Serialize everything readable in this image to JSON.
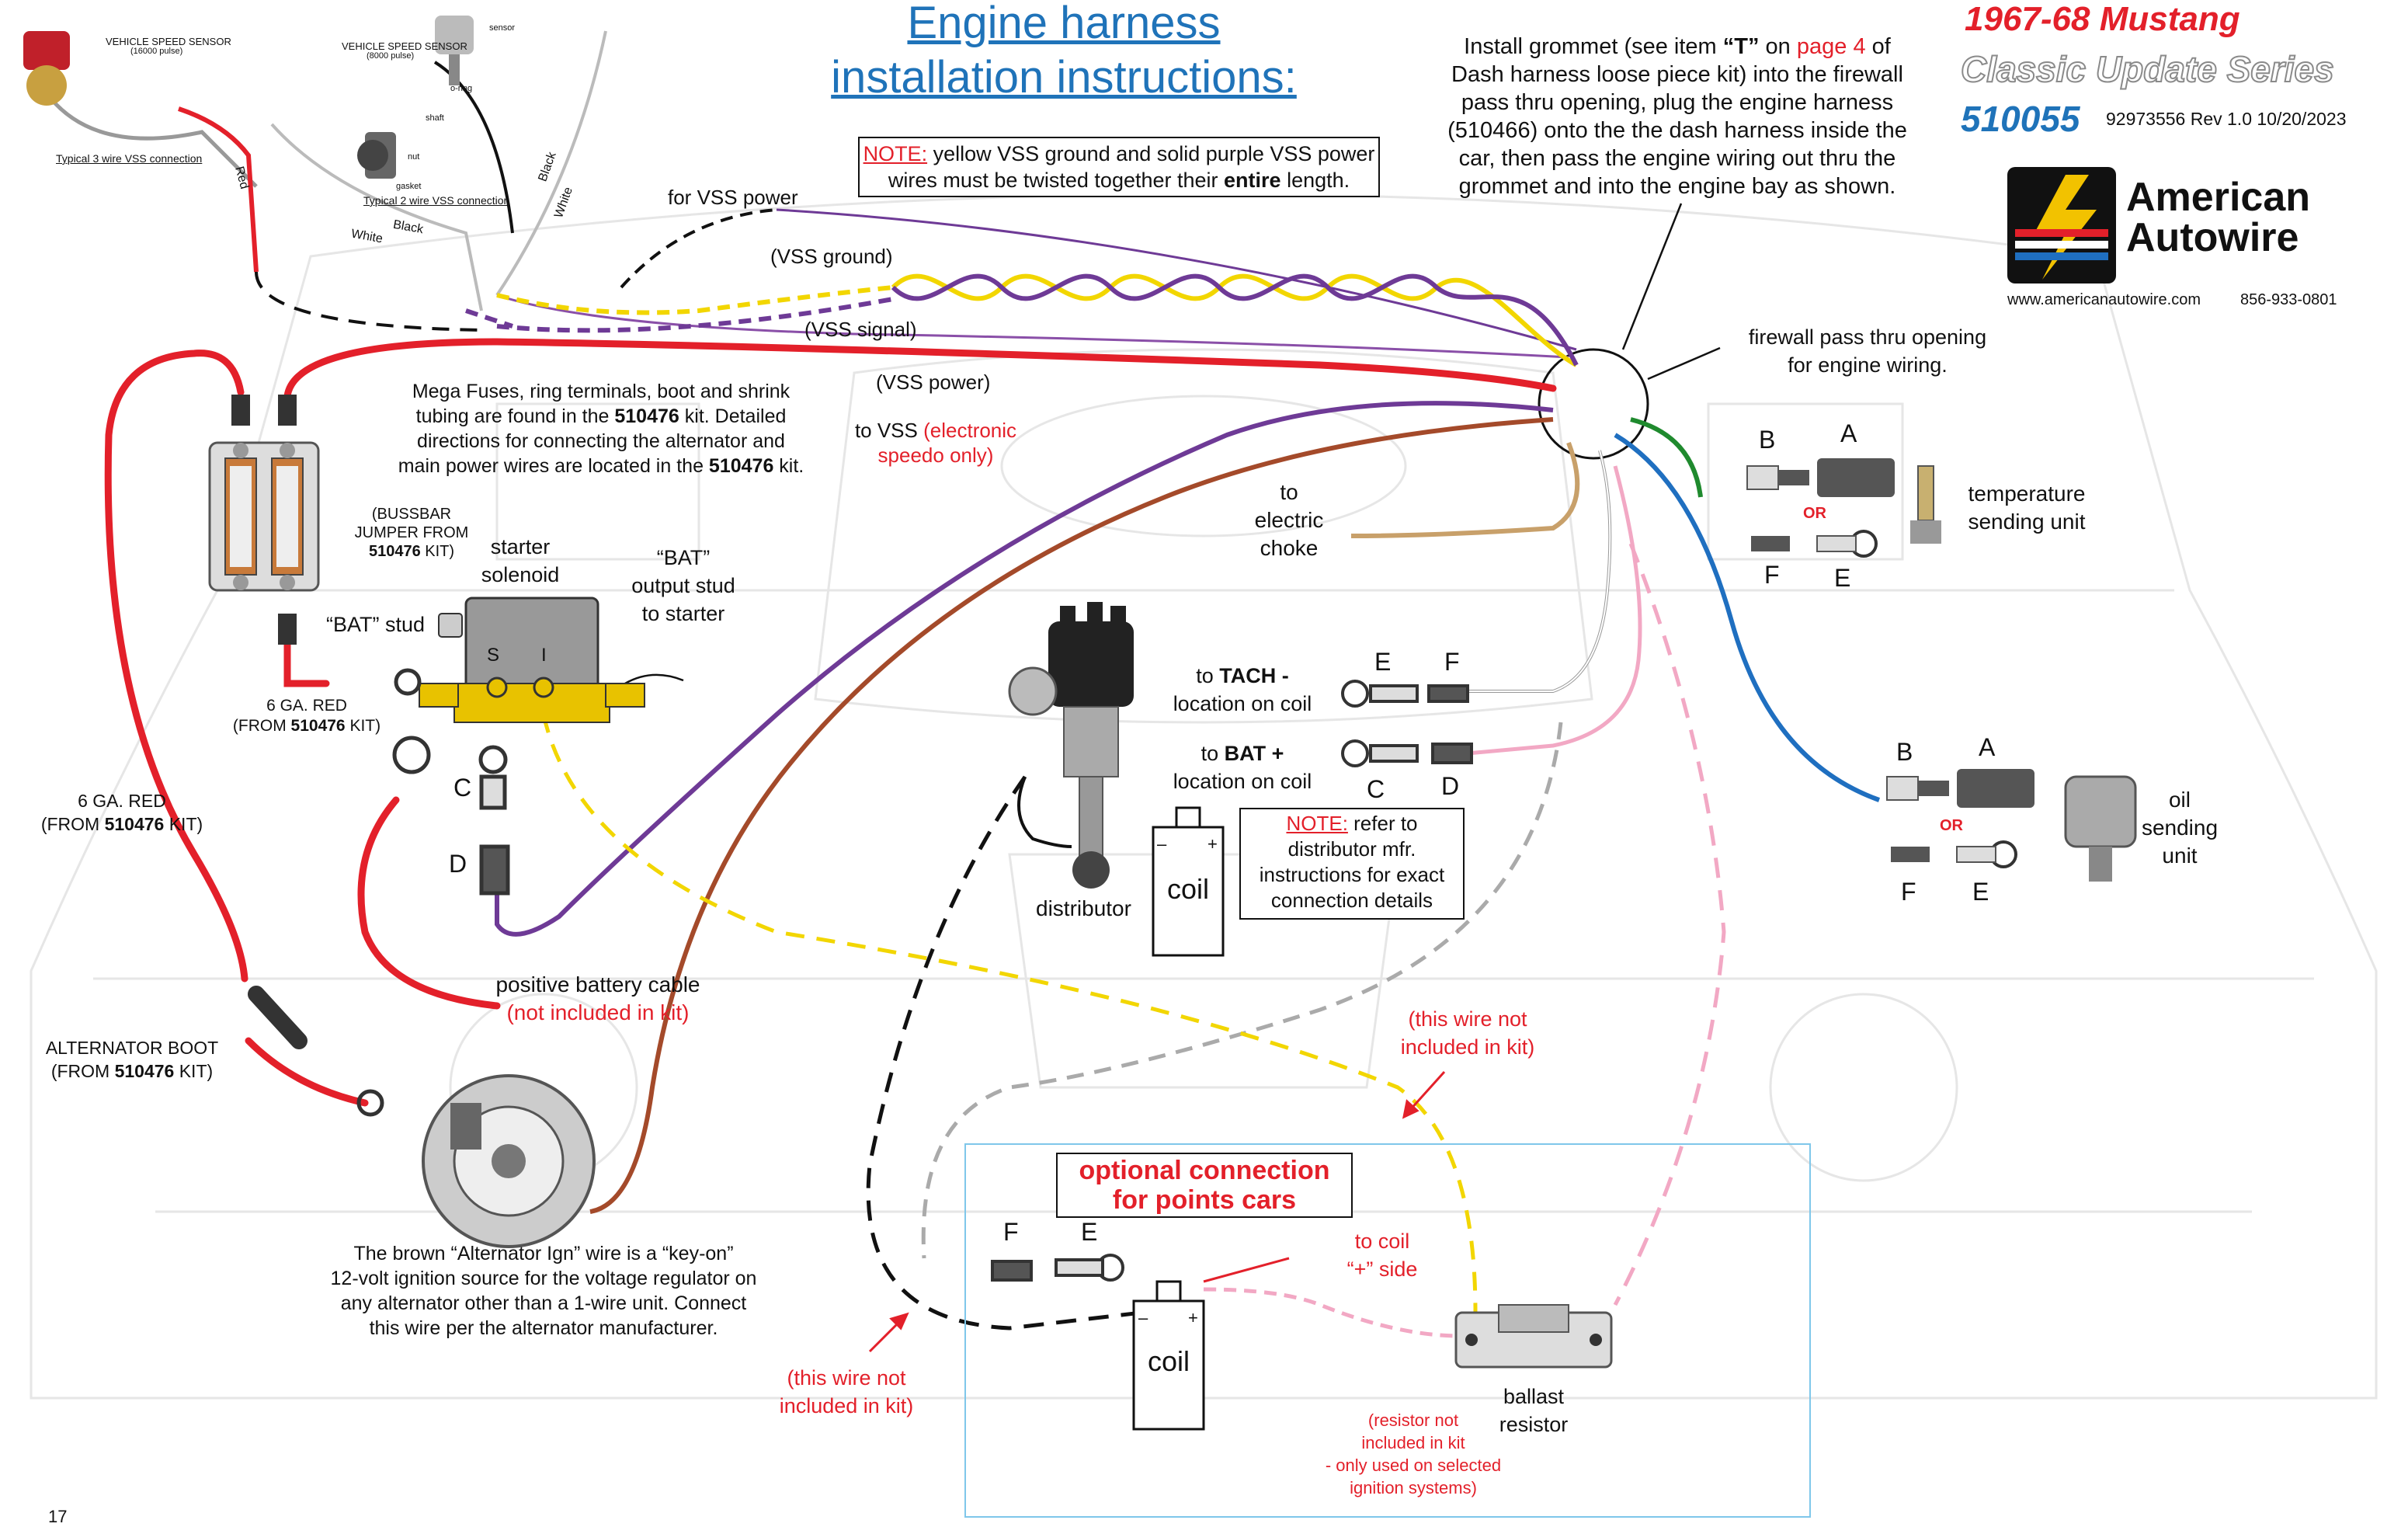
{
  "title_line1": "Engine harness",
  "title_line2": "installation instructions:",
  "header": {
    "model": "1967-68 Mustang",
    "series": "Classic Update Series",
    "kit_number": "510055",
    "doc_info": "92973556   Rev 1.0  10/20/2023",
    "brand_line1": "American",
    "brand_line2": "Autowire",
    "website": "www.americanautowire.com",
    "phone": "856-933-0801"
  },
  "note_vss": {
    "prefix": "NOTE:",
    "text_a": " yellow VSS ground and solid purple VSS power",
    "text_b": "wires must be twisted together their ",
    "bold": "entire",
    "text_c": " length."
  },
  "grommet": {
    "line1_a": "Install grommet (see item ",
    "line1_b": "“T”",
    "line1_c": " on ",
    "line1_d": "page 4",
    "line1_e": " of",
    "line2": "Dash harness loose piece kit) into the firewall",
    "line3": "pass thru opening, plug the engine harness",
    "line4": "(510466) onto the the dash harness inside the",
    "line5": "car, then pass the engine wiring out thru the",
    "line6": "grommet and into the engine bay as shown."
  },
  "vss_photos": {
    "sensor3_title": "VEHICLE SPEED SENSOR",
    "sensor3_sub": "(16000 pulse)",
    "sensor3_caption": "Typical 3 wire VSS connection",
    "sensor2_title": "VEHICLE SPEED SENSOR",
    "sensor2_sub": "(8000 pulse)",
    "sensor2_caption": "Typical 2 wire VSS connection",
    "part_sensor": "sensor",
    "part_oring": "o-ring",
    "part_shaft": "shaft",
    "part_nut": "nut",
    "part_gasket": "gasket",
    "wire_red": "Red",
    "wire_black": "Black",
    "wire_white": "White",
    "wire_black2": "Black",
    "wire_white2": "White"
  },
  "labels": {
    "for_vss_power": "for VSS power",
    "vss_ground": "(VSS ground)",
    "vss_signal": "(VSS signal)",
    "vss_power": "(VSS power)",
    "to_vss": "to VSS",
    "electronic_speedo_a": "(electronic",
    "electronic_speedo_b": "speedo only)",
    "firewall_1": "firewall pass thru opening",
    "firewall_2": "for engine wiring.",
    "mega_1": "Mega Fuses, ring terminals, boot and shrink",
    "mega_2a": "tubing are found in the ",
    "mega_2b": "510476",
    "mega_2c": " kit. Detailed",
    "mega_3": "directions for connecting the alternator and",
    "mega_4a": "main power wires are located in the ",
    "mega_4b": "510476",
    "mega_4c": " kit.",
    "bussbar_1": "(BUSSBAR",
    "bussbar_2": "JUMPER FROM",
    "bussbar_3a": "510476",
    "bussbar_3b": " KIT)",
    "starter_1": "starter",
    "starter_2": "solenoid",
    "bat_output_1": "“BAT”",
    "bat_output_2": "output stud",
    "bat_output_3": "to starter",
    "bat_stud": "“BAT” stud",
    "stud_s": "S",
    "stud_i": "I",
    "gauge6_a_1": "6 GA. RED",
    "gauge6_a_2a": "(FROM ",
    "gauge6_a_2b": "510476",
    "gauge6_a_2c": " KIT)",
    "gauge6_b_1": "6 GA. RED",
    "gauge6_b_2a": "(FROM ",
    "gauge6_b_2b": "510476",
    "gauge6_b_2c": " KIT)",
    "term_c": "C",
    "term_d": "D",
    "battery_1": "positive battery cable",
    "battery_2": "(not included in kit)",
    "alt_boot_1": "ALTERNATOR BOOT",
    "alt_boot_2a": "(FROM ",
    "alt_boot_2b": "510476",
    "alt_boot_2c": " KIT)",
    "brown_1": "The brown “Alternator Ign” wire is a “key-on”",
    "brown_2": "12-volt ignition source for the voltage regulator on",
    "brown_3": "any alternator other than a 1-wire unit. Connect",
    "brown_4": "this wire per the alternator manufacturer.",
    "choke_1": "to",
    "choke_2": "electric",
    "choke_3": "choke",
    "tach_1a": "to ",
    "tach_1b": "TACH -",
    "tach_2": "location on coil",
    "bat_1a": "to ",
    "bat_1b": "BAT +",
    "bat_2": "location on coil",
    "coil_e": "E",
    "coil_f": "F",
    "coil_c": "C",
    "coil_d": "D",
    "coil": "coil",
    "coil_minus": "–",
    "coil_plus": "+",
    "distributor": "distributor",
    "note2_prefix": "NOTE:",
    "note2_1": " refer to",
    "note2_2": "distributor mfr.",
    "note2_3": "instructions for exact",
    "note2_4": "connection details",
    "temp_b": "B",
    "temp_a": "A",
    "temp_or": "OR",
    "temp_f": "F",
    "temp_e": "E",
    "temp_1": "temperature",
    "temp_2": "sending unit",
    "oil_b": "B",
    "oil_a": "A",
    "oil_or": "OR",
    "oil_f": "F",
    "oil_e": "E",
    "oil_1": "oil",
    "oil_2": "sending",
    "oil_3": "unit",
    "not_incl_1a": "(this wire not",
    "not_incl_1b": "included in kit)",
    "opt_1": "optional connection",
    "opt_2": "for points cars",
    "opt_f": "F",
    "opt_e": "E",
    "to_coil_1": "to coil",
    "to_coil_2": "“+” side",
    "coil2": "coil",
    "ballast_1": "ballast",
    "ballast_2": "resistor",
    "resistor_1": "(resistor not",
    "resistor_2": "included in kit",
    "resistor_3": "- only used on selected",
    "resistor_4": "ignition systems)",
    "not_incl_2a": "(this wire not",
    "not_incl_2b": "included in kit)",
    "page_corner": "17"
  },
  "colors": {
    "red_wire": "#e3202a",
    "purple_wire": "#6e3a96",
    "yellow_wire": "#f2d600",
    "brown_wire": "#a44a2a",
    "tan_wire": "#c8a06a",
    "green_wire": "#1f8a2e",
    "blue_wire": "#1f6fc0",
    "pink_wire": "#f2a8c4",
    "title_blue": "#1f73b9",
    "optional_box": "#7fc7ea"
  }
}
